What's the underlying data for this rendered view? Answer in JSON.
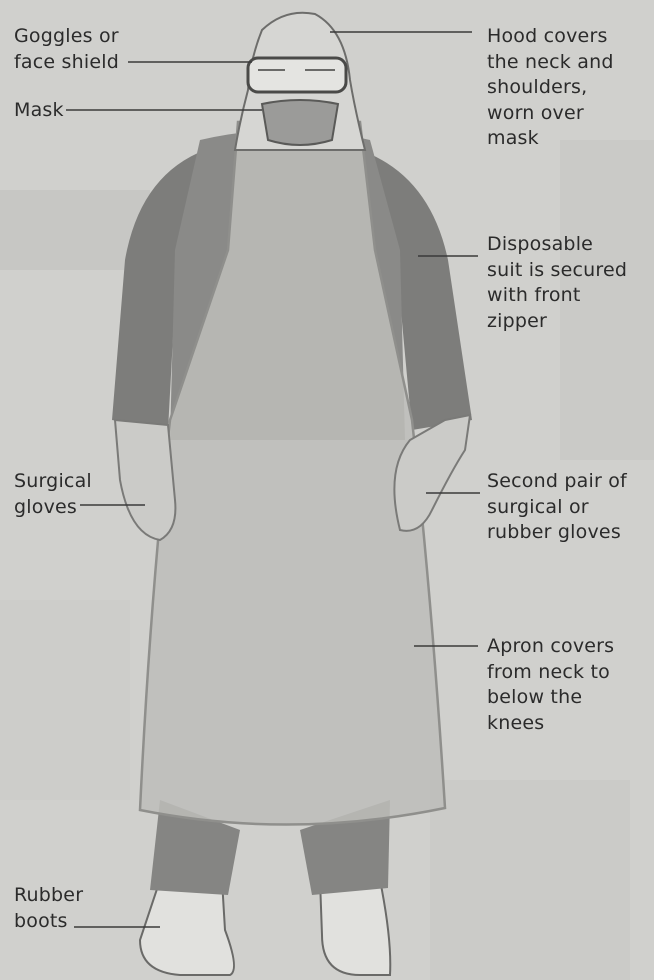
{
  "labels": {
    "goggles": "Goggles or\nface shield",
    "mask": "Mask",
    "hood": "Hood covers\nthe neck and\nshoulders,\nworn over\nmask",
    "suit": "Disposable\nsuit is secured\nwith front\nzipper",
    "surgical_gloves": "Surgical\ngloves",
    "second_gloves": "Second pair of\nsurgical or\nrubber gloves",
    "apron": "Apron covers\nfrom neck to\nbelow the\nknees",
    "boots": "Rubber\nboots"
  },
  "colors": {
    "background": "#cfcfcc",
    "suit": "#8a8a88",
    "apron": "#bdbdba",
    "skin_gloves": "#cbcbc8",
    "line": "#3a3a3a"
  }
}
